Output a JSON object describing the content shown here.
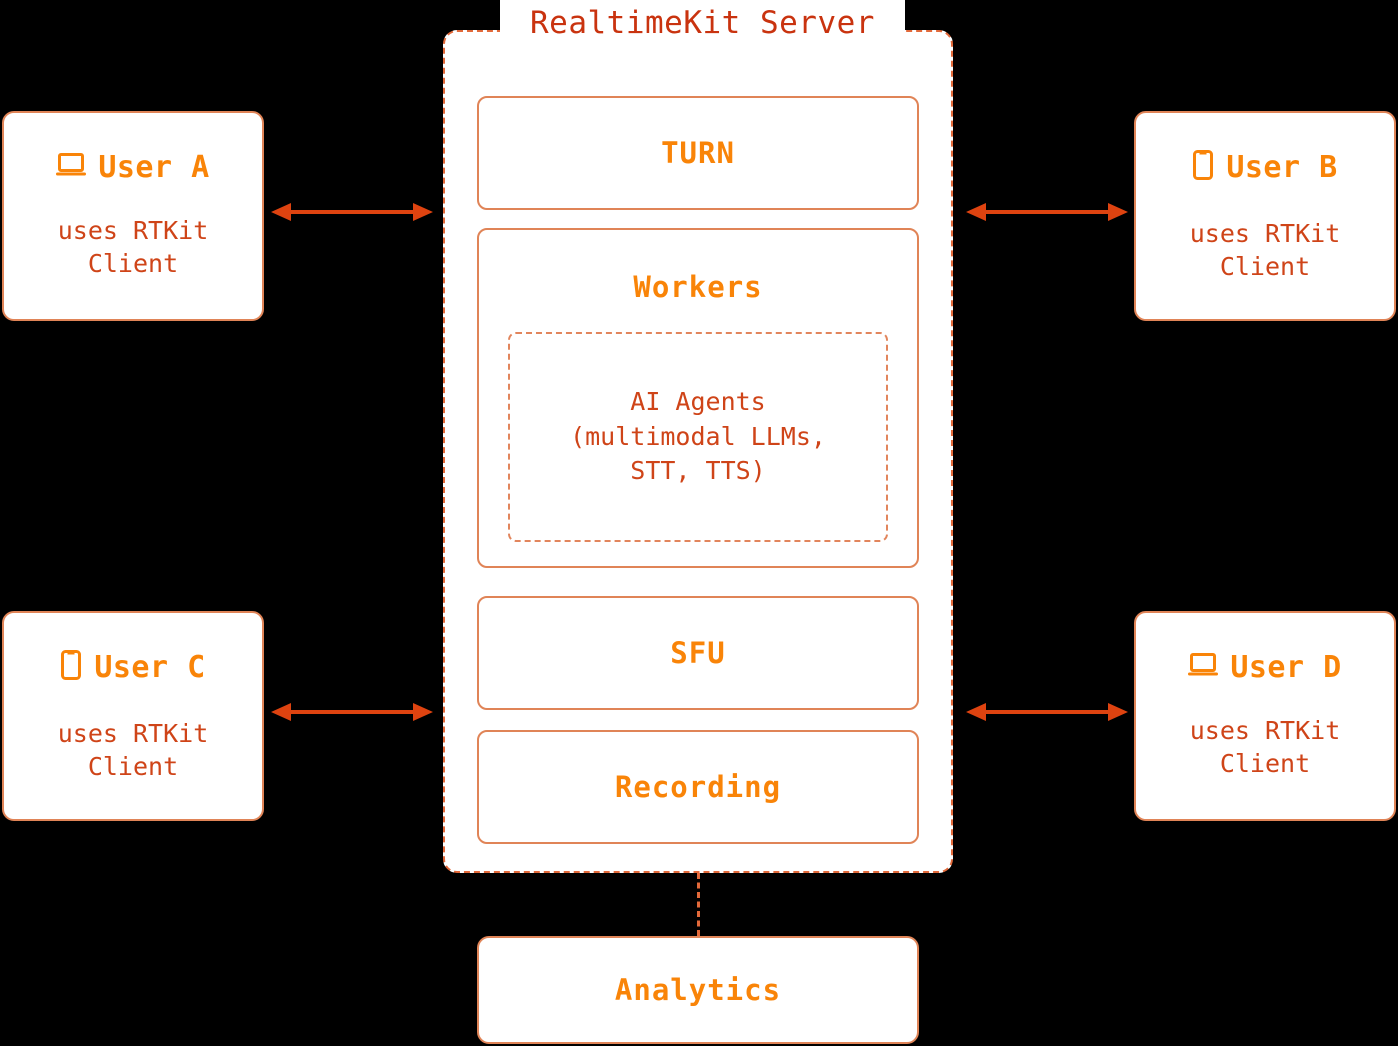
{
  "diagram": {
    "title": "RealtimeKit Server",
    "colors": {
      "accent_orange": "#f98408",
      "title_red": "#c9330f",
      "body_red": "#cf4418",
      "border_salmon": "#e08457",
      "container_dash": "#e2693a",
      "arrow": "#de4310",
      "background": "#000000",
      "surface": "#ffffff"
    }
  },
  "users": [
    {
      "id": "user-a",
      "name": "User A",
      "icon": "laptop-icon",
      "description": "uses RTKit\nClient"
    },
    {
      "id": "user-b",
      "name": "User B",
      "icon": "mobile-phone-icon",
      "description": "uses RTKit\nClient"
    },
    {
      "id": "user-c",
      "name": "User C",
      "icon": "mobile-phone-icon",
      "description": "uses RTKit\nClient"
    },
    {
      "id": "user-d",
      "name": "User D",
      "icon": "laptop-icon",
      "description": "uses RTKit\nClient"
    }
  ],
  "server": {
    "title": "RealtimeKit Server",
    "services": [
      {
        "id": "turn",
        "label": "TURN"
      },
      {
        "id": "workers",
        "label": "Workers"
      },
      {
        "id": "sfu",
        "label": "SFU"
      },
      {
        "id": "recording",
        "label": "Recording"
      }
    ],
    "ai_agents": {
      "text": "AI Agents\n(multimodal LLMs,\nSTT, TTS)"
    }
  },
  "analytics": {
    "label": "Analytics"
  },
  "connectors": [
    {
      "id": "arrow-user-a",
      "type": "bidirectional-arrow",
      "from": "user-a",
      "to": "server"
    },
    {
      "id": "arrow-user-b",
      "type": "bidirectional-arrow",
      "from": "server",
      "to": "user-b"
    },
    {
      "id": "arrow-user-c",
      "type": "bidirectional-arrow",
      "from": "user-c",
      "to": "server"
    },
    {
      "id": "arrow-user-d",
      "type": "bidirectional-arrow",
      "from": "server",
      "to": "user-d"
    },
    {
      "id": "analytics-link",
      "type": "dashed-line",
      "from": "server",
      "to": "analytics"
    }
  ]
}
